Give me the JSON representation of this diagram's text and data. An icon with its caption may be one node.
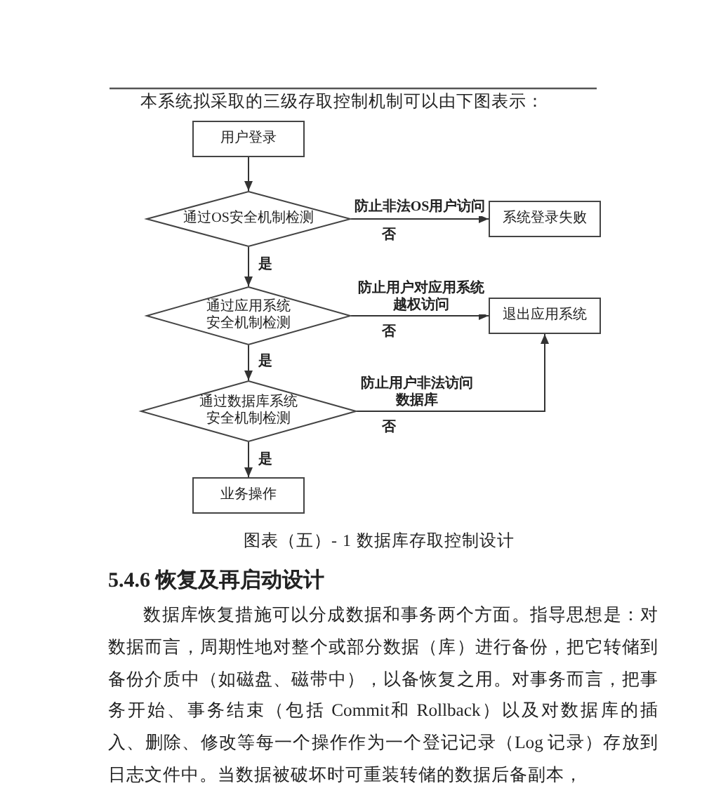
{
  "diagram": {
    "caption": "图表（五）- 1 数据库存取控制设计",
    "nodes": [
      {
        "text": [
          "用户登录"
        ]
      },
      {
        "text": [
          "通过OS安全机制检测"
        ]
      },
      {
        "text": [
          "系统登录失败"
        ]
      },
      {
        "text": [
          "通过应用系统安全机制检测"
        ]
      },
      {
        "text": [
          "退出应用系统"
        ]
      },
      {
        "text": [
          "通过数据库系统安全机制检测"
        ]
      },
      {
        "text": [
          "业务操作"
        ]
      }
    ],
    "edges": [
      {
        "from": 0,
        "to": 1,
        "arrow": "to"
      },
      {
        "from": 1,
        "to": 2,
        "arrow": "to",
        "label": "防止非法OS用户访问"
      },
      {
        "from": 1,
        "to": 3,
        "arrow": "to",
        "label": "是"
      },
      {
        "from": 3,
        "to": 4,
        "arrow": "to",
        "label": "防止用户对应用系统越权访问"
      },
      {
        "from": 3,
        "to": 5,
        "arrow": "to",
        "label": "是"
      },
      {
        "from": 5,
        "to": 4,
        "arrow": "to",
        "label": "防止用户非法访问数据库"
      },
      {
        "from": 5,
        "to": 6,
        "arrow": "to",
        "label": "是"
      }
    ],
    "labels": [
      "本系统拟采取的三级存取控制机制可以由下图表示：",
      "否",
      "否",
      "否",
      "5.4.6 恢复及再启动设计",
      "数据库恢复措施可以分成数据和事务两个方面。指导思想是：对数据而言，周期性地对整个或部分数据（库）进行备份，把它转储到备份介质中（如磁盘、磁带中），以备恢复之用。对事务而言，把事务开始、事务结束（包括 Commit和 Rollback）以及对数据库的插入、删除、修改等每一个操作作为一个登记记录（Log 记录）存放到日志文件中。当数据被破坏时可重装转储的数据后备副本，"
    ]
  }
}
